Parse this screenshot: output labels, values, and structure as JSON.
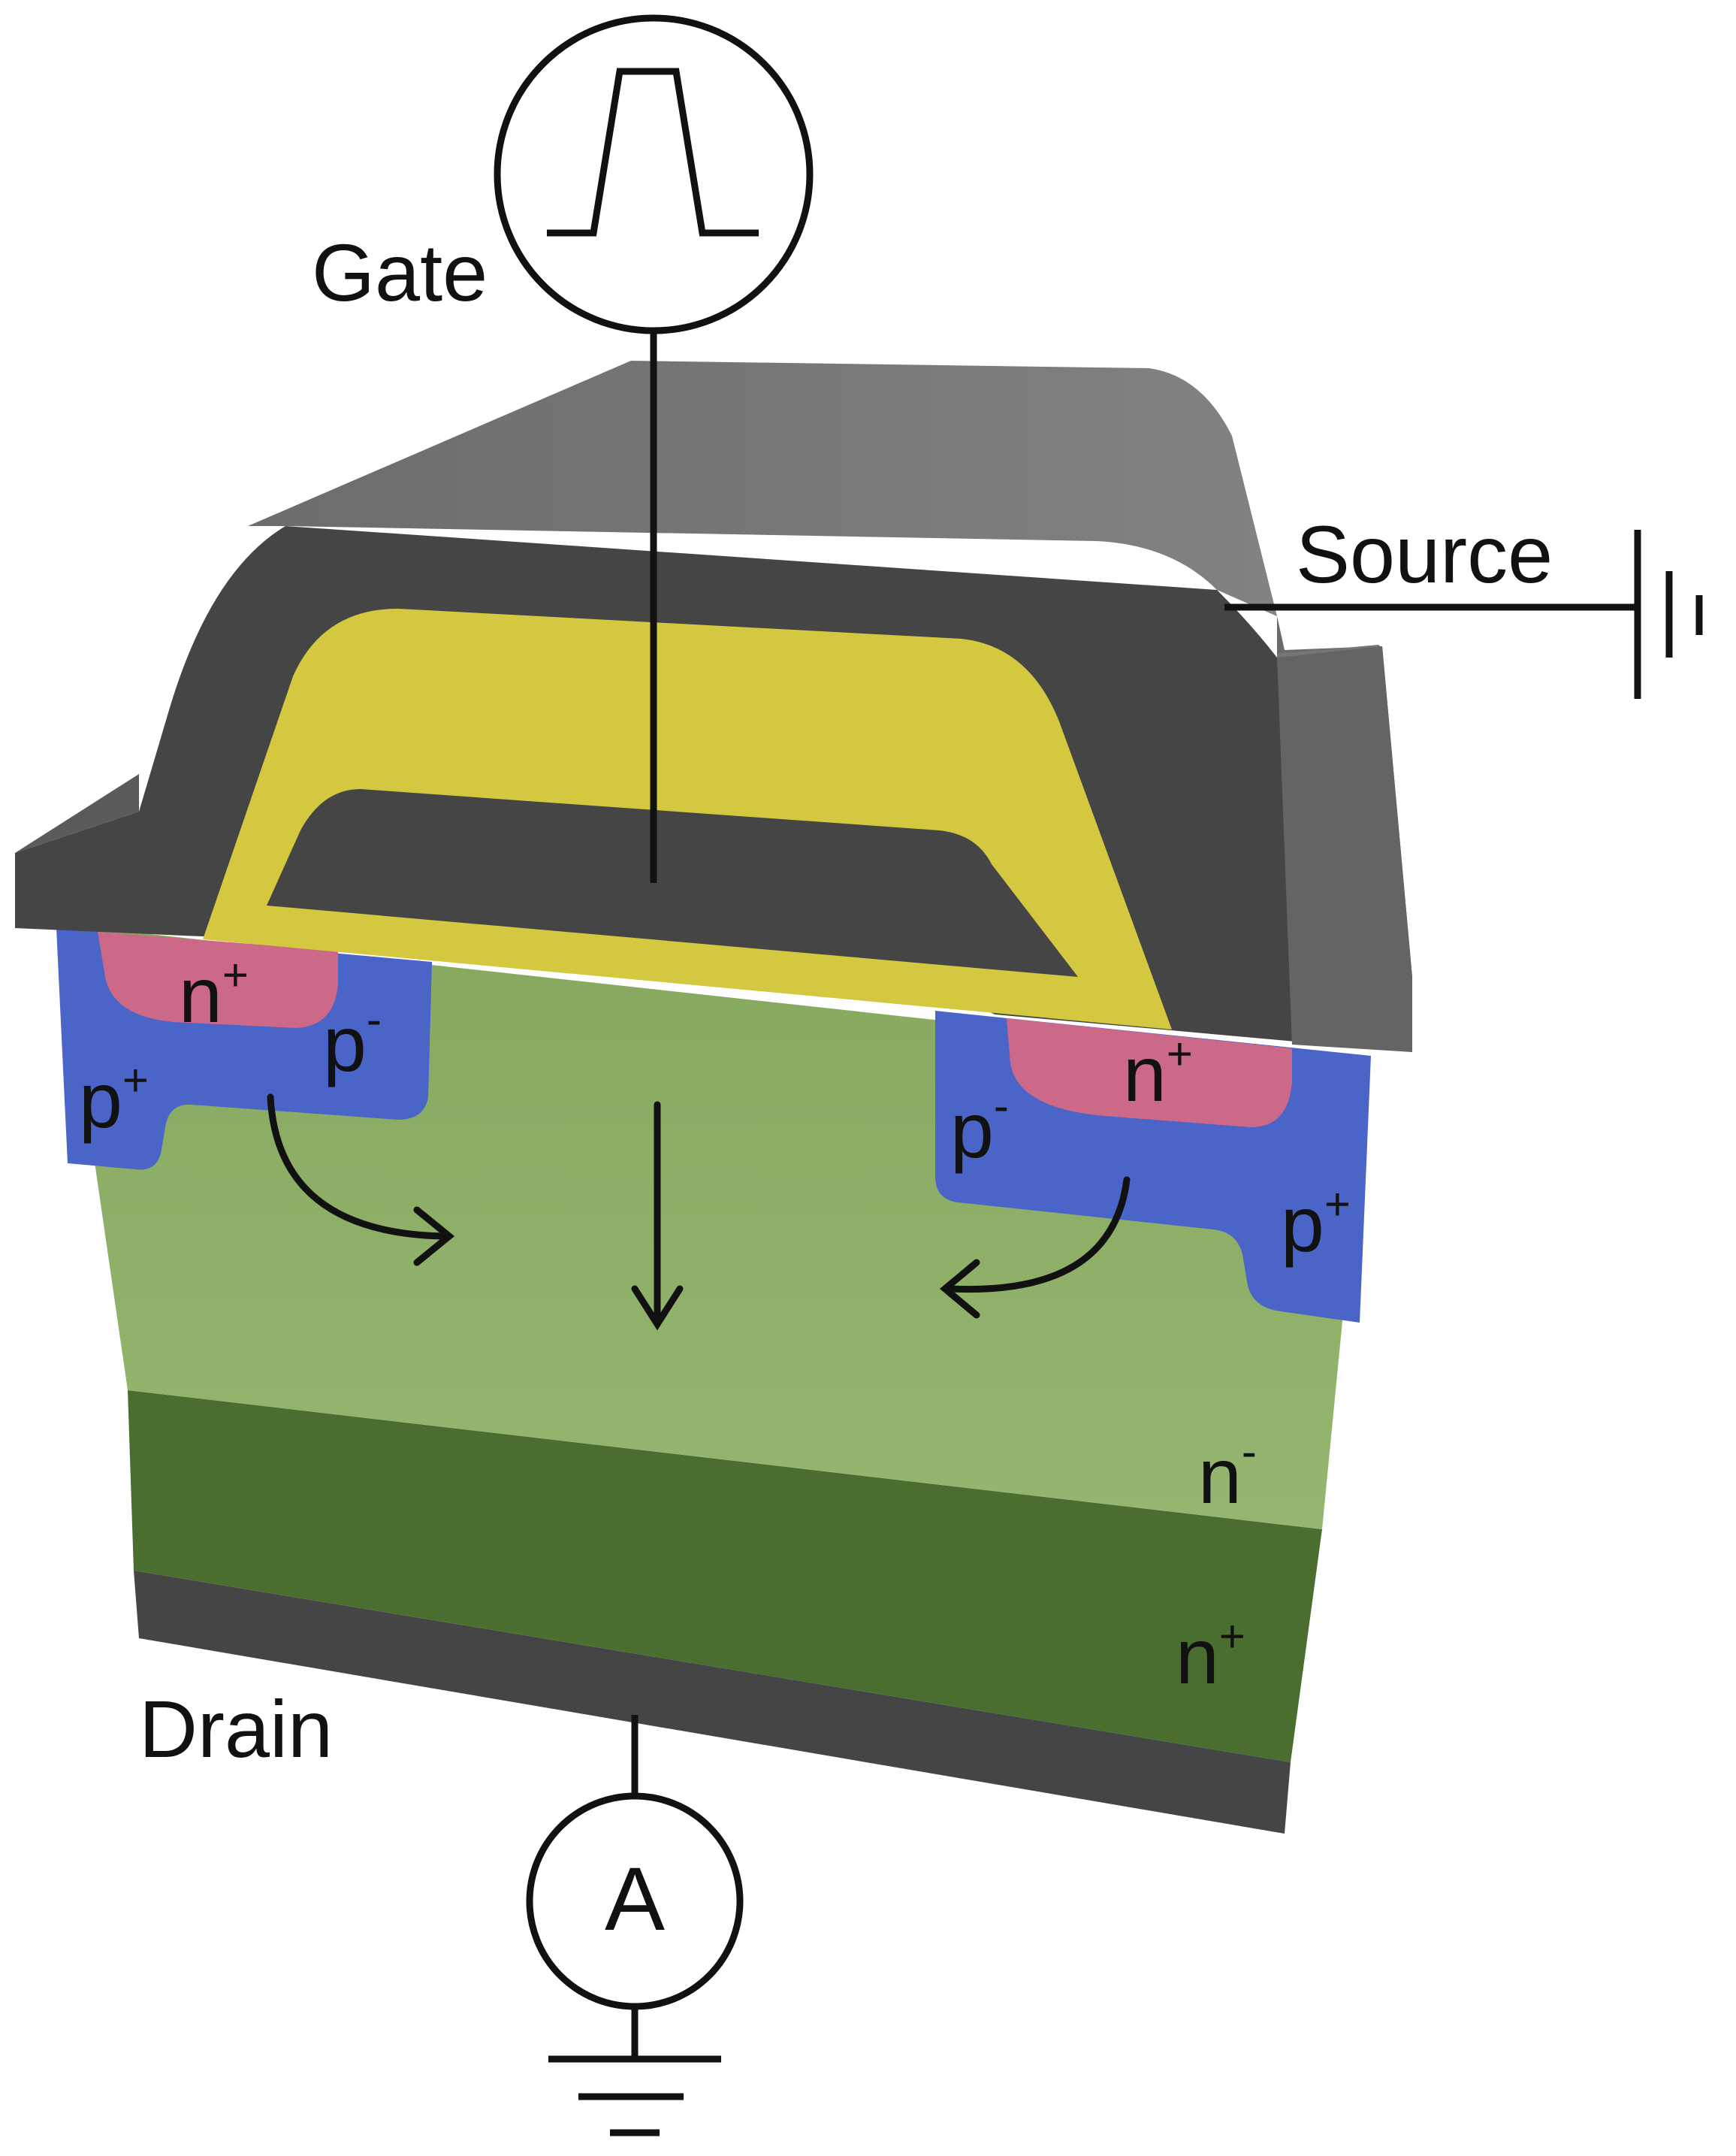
{
  "labels": {
    "gate": "Gate",
    "source": "Source",
    "drain": "Drain",
    "ammeter": "A"
  },
  "regions": [
    {
      "id": "n-plus-left",
      "base": "n",
      "sup": "+"
    },
    {
      "id": "p-minus-left",
      "base": "p",
      "sup": "-"
    },
    {
      "id": "p-plus-left",
      "base": "p",
      "sup": "+"
    },
    {
      "id": "n-plus-right",
      "base": "n",
      "sup": "+"
    },
    {
      "id": "p-minus-right",
      "base": "p",
      "sup": "-"
    },
    {
      "id": "p-plus-right",
      "base": "p",
      "sup": "+"
    },
    {
      "id": "n-minus-drift",
      "base": "n",
      "sup": "-"
    },
    {
      "id": "n-plus-substrate",
      "base": "n",
      "sup": "+"
    }
  ],
  "colors": {
    "metal_top": "#7a7a7a",
    "metal_front": "#454545",
    "gate_oxide": "#d4c840",
    "p_region": "#4a64c8",
    "n_plus_region": "#cc6888",
    "drift_region": "#8fb06a",
    "substrate": "#4a6e30",
    "drain_metal": "#454545"
  }
}
